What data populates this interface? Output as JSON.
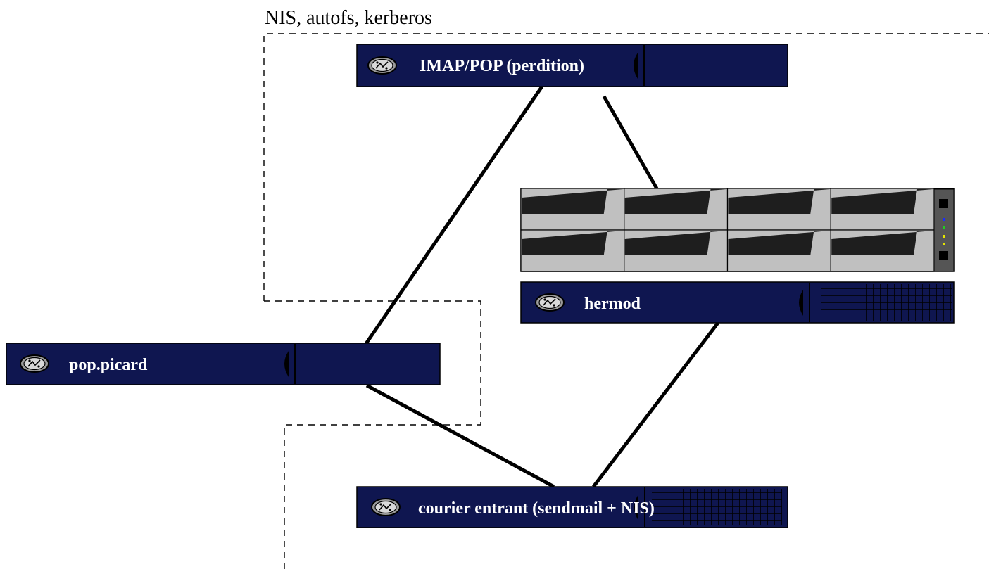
{
  "zone": {
    "label": "NIS, autofs, kerberos"
  },
  "servers": {
    "imap": {
      "label": "IMAP/POP (perdition)"
    },
    "hermod": {
      "label": "hermod"
    },
    "pop": {
      "label": "pop.picard"
    },
    "courier": {
      "label": "courier entrant (sendmail + NIS)"
    }
  },
  "colors": {
    "server_face": "#0f1650",
    "drive_bay": "#c0c0c0",
    "drive_handle": "#1e1e1e",
    "led_blue": "#1a2cff",
    "led_green": "#22cc22",
    "led_yellow": "#e6e600"
  },
  "icons": {
    "server_logo": "server-logo-icon",
    "grille": "vent-grille-icon",
    "bezel": "bezel-handle-icon"
  }
}
